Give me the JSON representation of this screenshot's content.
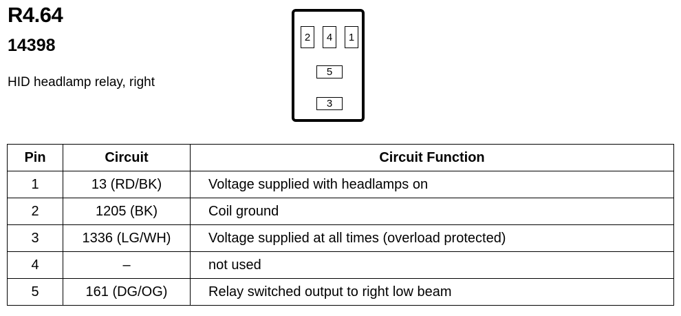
{
  "header": {
    "code": "R4.64",
    "part_number": "14398",
    "description": "HID headlamp relay, right"
  },
  "connector": {
    "pins": [
      "2",
      "4",
      "1",
      "5",
      "3"
    ]
  },
  "table": {
    "headers": [
      "Pin",
      "Circuit",
      "Circuit Function"
    ],
    "rows": [
      [
        "1",
        "13 (RD/BK)",
        "Voltage supplied with headlamps on"
      ],
      [
        "2",
        "1205 (BK)",
        "Coil ground"
      ],
      [
        "3",
        "1336 (LG/WH)",
        "Voltage supplied at all times (overload protected)"
      ],
      [
        "4",
        "–",
        "not used"
      ],
      [
        "5",
        "161 (DG/OG)",
        "Relay switched output to right low beam"
      ]
    ]
  }
}
